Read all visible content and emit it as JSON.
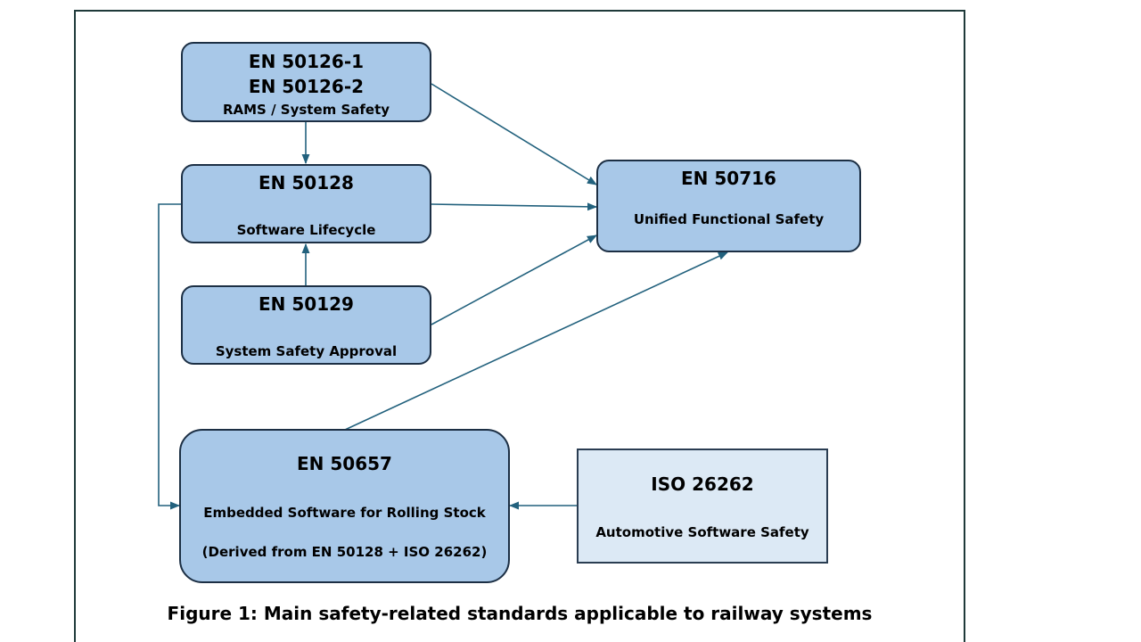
{
  "nodes": {
    "en50126": {
      "line1": "EN 50126-1",
      "line2": "EN 50126-2",
      "subtitle": "RAMS / System Safety"
    },
    "en50128": {
      "title": "EN 50128",
      "subtitle": "Software Lifecycle"
    },
    "en50129": {
      "title": "EN 50129",
      "subtitle": "System Safety Approval"
    },
    "en50716": {
      "title": "EN 50716",
      "subtitle": "Unified Functional Safety"
    },
    "en50657": {
      "title": "EN 50657",
      "subtitle": "Embedded Software for Rolling Stock",
      "note": "(Derived from EN 50128 + ISO 26262)"
    },
    "iso26262": {
      "title": "ISO 26262",
      "subtitle": "Automotive Software Safety"
    }
  },
  "caption": "Figure 1: Main safety-related standards applicable to railway systems",
  "colors": {
    "box_fill": "#a8c8e8",
    "box_fill_light": "#dce9f5",
    "box_border": "#1c2f44",
    "arrow": "#22617d"
  }
}
